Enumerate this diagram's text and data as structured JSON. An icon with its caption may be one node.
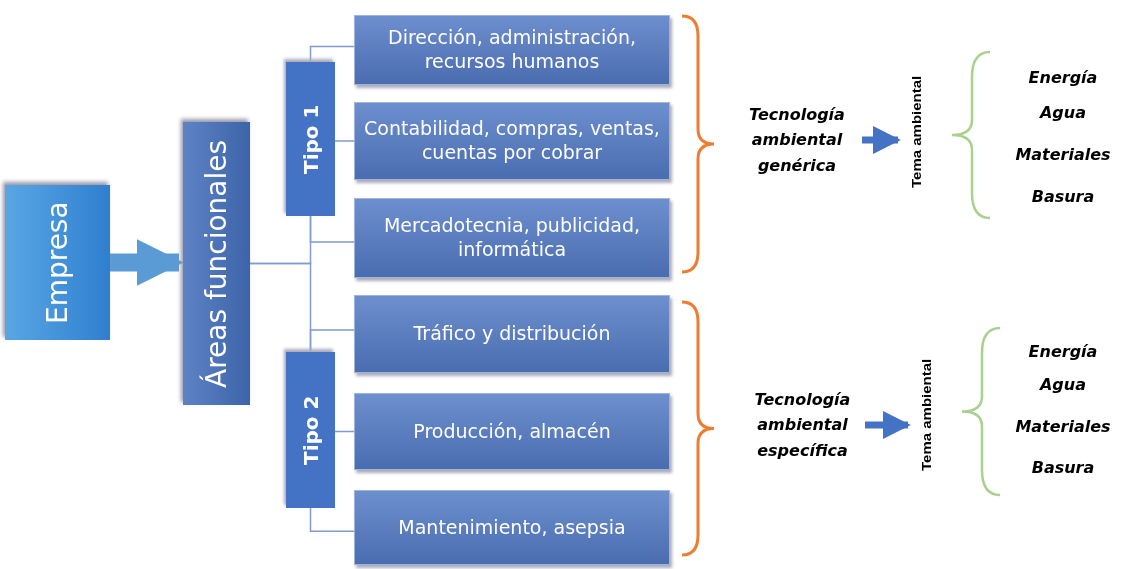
{
  "diagram": {
    "nodes": [
      {
        "text": [
          "Empresa"
        ]
      },
      {
        "text": [
          "Áreas funcionales"
        ]
      },
      {
        "text": [
          "Tipo 1"
        ]
      },
      {
        "text": [
          "Dirección, administración, recursos humanos"
        ]
      },
      {
        "text": [
          "Contabilidad, compras, ventas, cuentas por cobrar"
        ]
      },
      {
        "text": [
          "Mercadotecnia, publicidad, informática"
        ]
      },
      {
        "text": [
          "Tipo 2"
        ]
      },
      {
        "text": [
          "Tráfico y distribución"
        ]
      },
      {
        "text": [
          "Producción, almacén"
        ]
      },
      {
        "text": [
          "Mantenimiento, asepsia"
        ]
      },
      {
        "text": [
          "Tecnología ambiental genérica"
        ]
      },
      {
        "text": [
          "Tema ambiental"
        ]
      },
      {
        "text": [
          "Tecnología ambiental específica"
        ]
      },
      {
        "text": [
          "Tema ambiental"
        ]
      }
    ],
    "edges": [
      {
        "from": 0,
        "to": 1,
        "arrow": "to",
        "style": "thick"
      },
      {
        "from": 1,
        "to": 2,
        "arrow": "none"
      },
      {
        "from": 1,
        "to": 6,
        "arrow": "none"
      },
      {
        "from": 2,
        "to": 3,
        "arrow": "none"
      },
      {
        "from": 2,
        "to": 4,
        "arrow": "none"
      },
      {
        "from": 2,
        "to": 5,
        "arrow": "none"
      },
      {
        "from": 6,
        "to": 7,
        "arrow": "none"
      },
      {
        "from": 6,
        "to": 8,
        "arrow": "none"
      },
      {
        "from": 6,
        "to": 9,
        "arrow": "none"
      },
      {
        "from": 10,
        "to": 11,
        "arrow": "to",
        "style": "thick"
      },
      {
        "from": 12,
        "to": 13,
        "arrow": "to",
        "style": "thick"
      }
    ],
    "labels": [
      "Energía",
      "Agua",
      "Materiales",
      "Basura",
      "Energía",
      "Agua",
      "Materiales",
      "Basura"
    ]
  }
}
